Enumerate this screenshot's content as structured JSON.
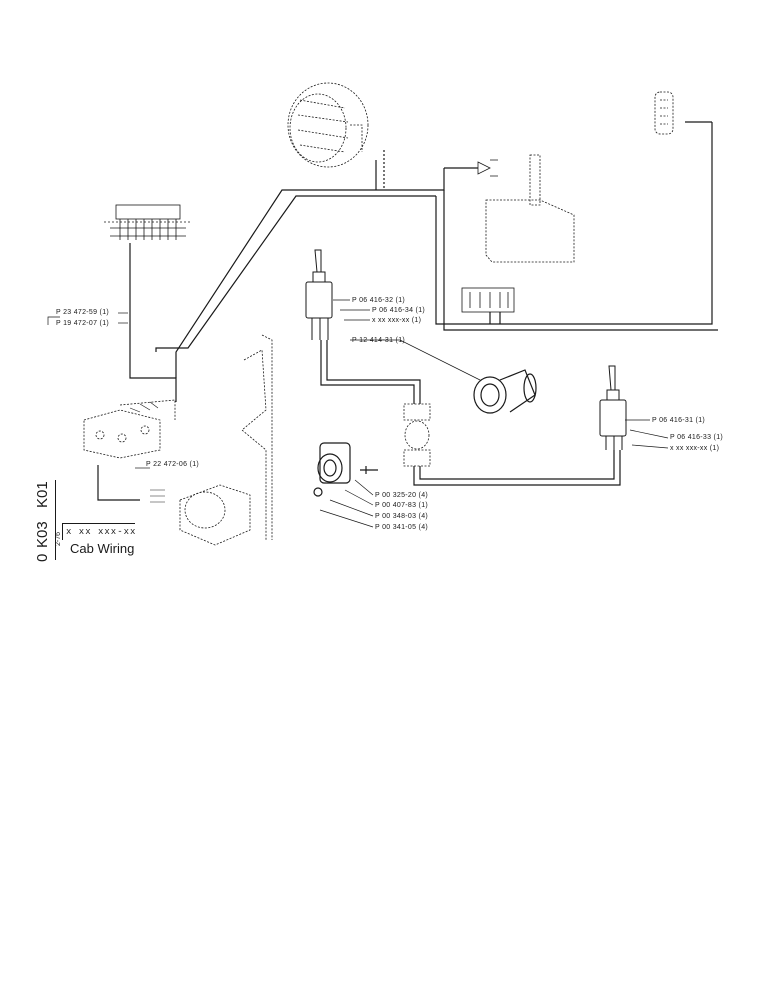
{
  "title": {
    "code": "x xx xxx-xx",
    "name": "Cab Wiring",
    "side_k01": "K01",
    "side_k03": "K03",
    "side_o": "0",
    "side_date": "2-76"
  },
  "labels": {
    "p23472_59": "P 23 472-59 (1)",
    "p19472_07": "P 19 472-07 (1)",
    "p06416_32": "P 06 416-32 (1)",
    "p06416_34": "P 06 416-34 (1)",
    "xx_1": "x xx xxx-xx (1)",
    "p12414_31": "P 12 414-31 (1)",
    "p22472_06": "P 22 472-06 (1)",
    "p00325_20": "P 00 325-20 (4)",
    "p00407_83": "P 00 407-83 (1)",
    "p00348_03": "P 00 348-03 (4)",
    "p00341_05": "P 00 341-05 (4)",
    "p06416_31": "P 06 416-31 (1)",
    "p06416_33": "P 06 416-33 (1)",
    "xx_2": "x xx xxx-xx (1)"
  },
  "colors": {
    "ink": "#1a1a1a",
    "background": "#ffffff"
  }
}
